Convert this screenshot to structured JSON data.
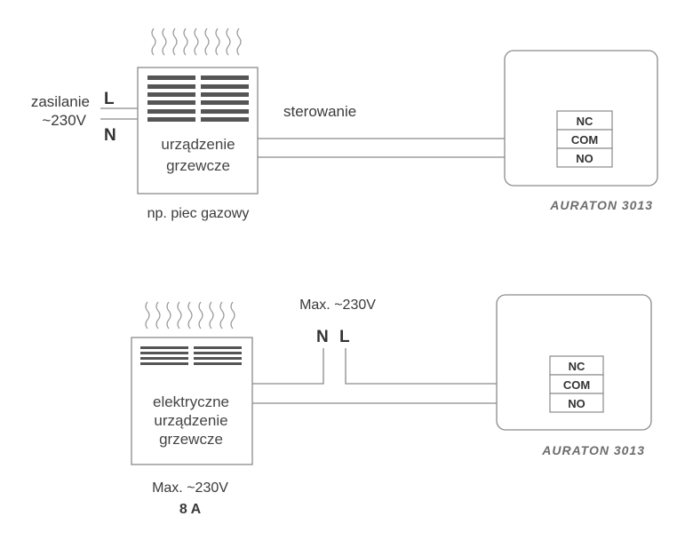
{
  "diagram1": {
    "supply_label_line1": "zasilanie",
    "supply_label_line2": "~230V",
    "L": "L",
    "N": "N",
    "device_line1": "urządzenie",
    "device_line2": "grzewcze",
    "device_caption": "np. piec gazowy",
    "control_label": "sterowanie",
    "terminals": [
      "NC",
      "COM",
      "NO"
    ],
    "brand": "AURATON 3013"
  },
  "diagram2": {
    "max_label": "Max. ~230V",
    "N": "N",
    "L": "L",
    "device_line1": "elektryczne",
    "device_line2": "urządzenie",
    "device_line3": "grzewcze",
    "caption_line1": "Max. ~230V",
    "caption_line2": "8 A",
    "terminals": [
      "NC",
      "COM",
      "NO"
    ],
    "brand": "AURATON 3013"
  },
  "colors": {
    "stroke": "#8a8a8a",
    "grille": "#555555",
    "text": "#3a3a3a",
    "brand": "#6d6d6d"
  }
}
